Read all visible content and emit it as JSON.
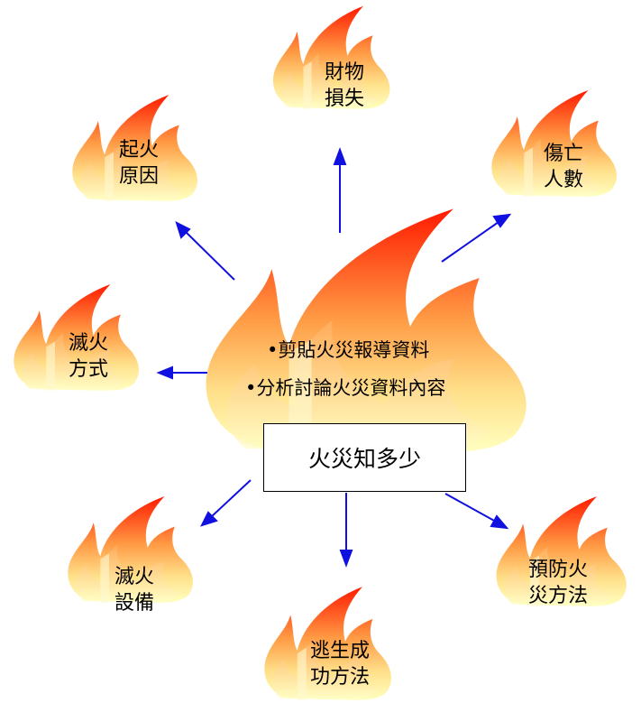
{
  "center": {
    "title": "火災知多少",
    "bullets": [
      "•剪貼火災報導資料",
      "•分析討論火災資料內容"
    ]
  },
  "nodes": [
    {
      "id": "property-loss",
      "lines": [
        "財物",
        "損失"
      ]
    },
    {
      "id": "casualties",
      "lines": [
        "傷亡",
        "人數"
      ]
    },
    {
      "id": "fire-cause",
      "lines": [
        "起火",
        "原因"
      ]
    },
    {
      "id": "extinguish-method",
      "lines": [
        "滅火",
        "方式"
      ]
    },
    {
      "id": "extinguish-equipment",
      "lines": [
        "滅火",
        "設備"
      ]
    },
    {
      "id": "escape-method",
      "lines": [
        "逃生成",
        "功方法"
      ]
    },
    {
      "id": "fire-prevention",
      "lines": [
        "預防火",
        "災方法"
      ]
    }
  ],
  "colors": {
    "arrow": "#1010e0",
    "flame_top": "#ff1a00",
    "flame_mid": "#ff9a44",
    "flame_bottom": "#ffffc0",
    "box_border": "#000000"
  }
}
